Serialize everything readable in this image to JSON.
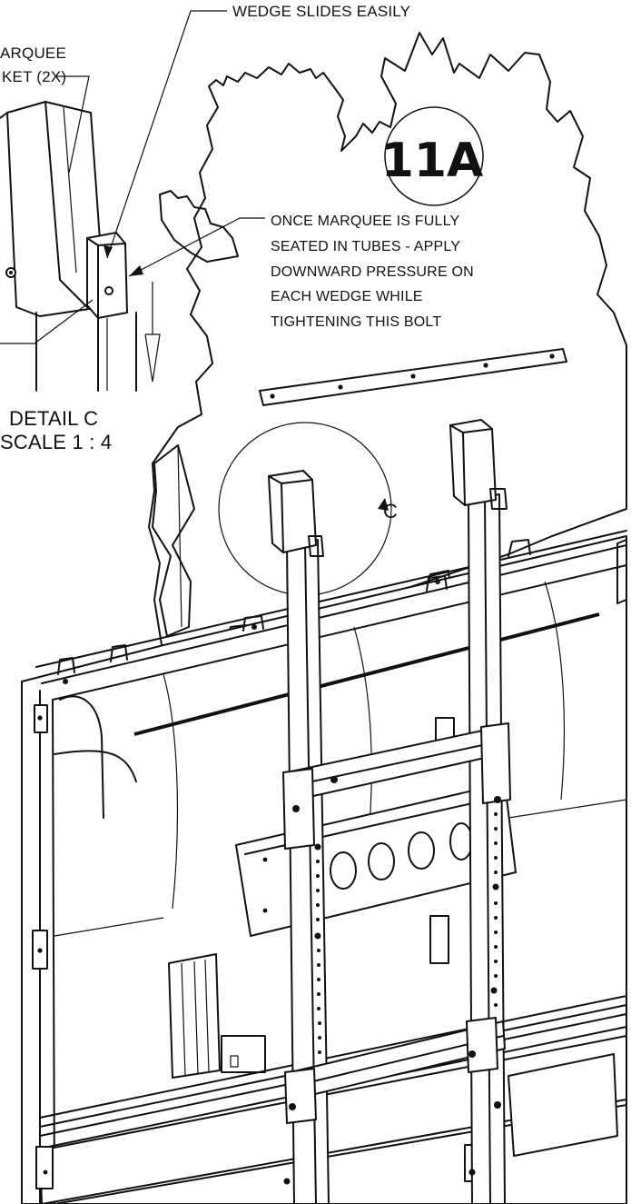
{
  "step_number": "11A",
  "labels": {
    "wedge_note": "WEDGE SLIDES EASILY",
    "bracket_line1": "ARQUEE",
    "bracket_line2": "KET (2X)",
    "instruction_lines": [
      "ONCE MARQUEE IS FULLY",
      "SEATED IN TUBES - APPLY",
      "DOWNWARD PRESSURE ON",
      "EACH WEDGE WHILE",
      "TIGHTENING THIS BOLT"
    ],
    "detail_title": "DETAIL C",
    "detail_scale": "SCALE 1 : 4",
    "detail_callout": "C"
  },
  "colors": {
    "ink": "#111111",
    "background": "#ffffff",
    "panel_fill": "#e9e9e9"
  }
}
